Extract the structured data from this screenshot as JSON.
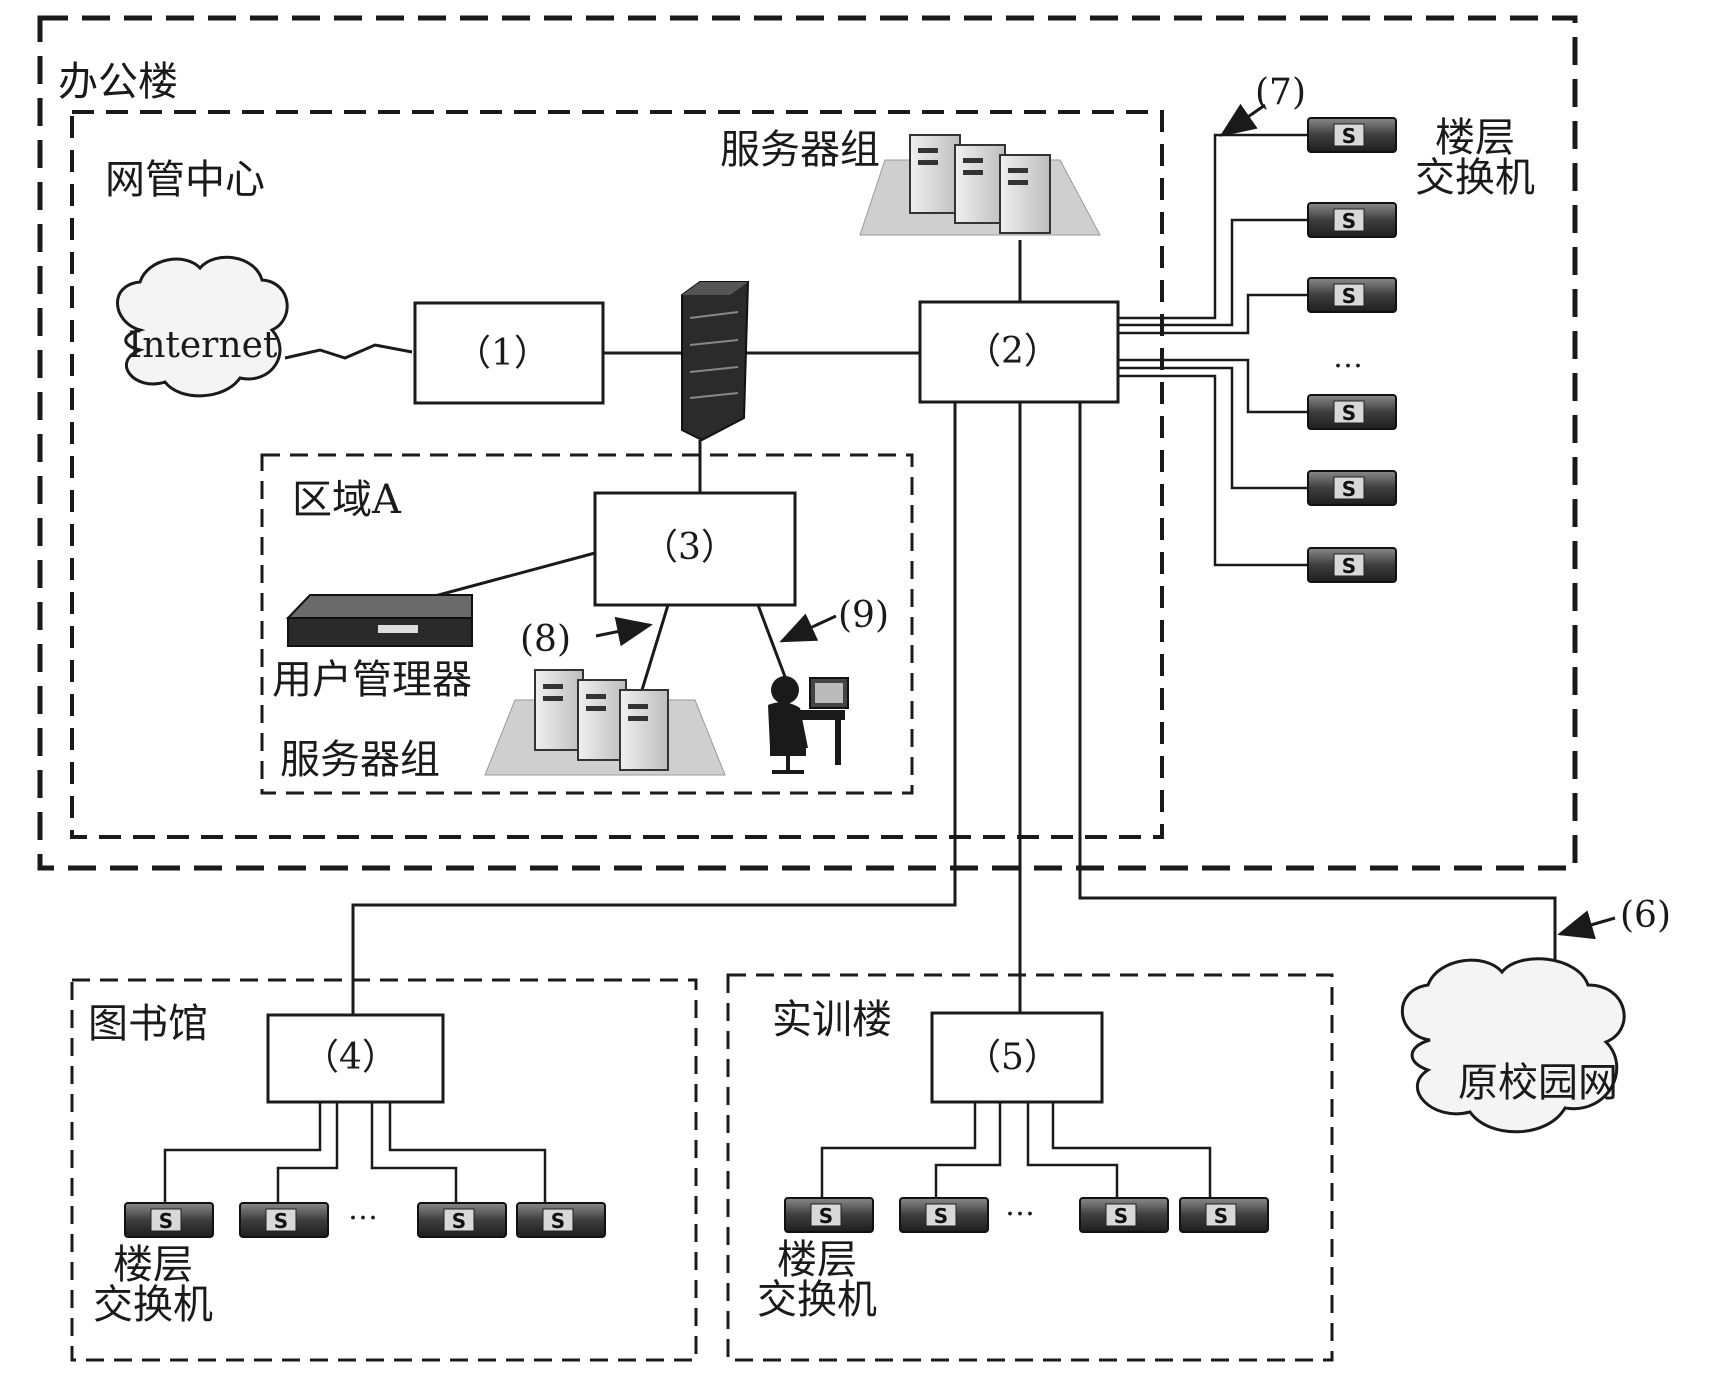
{
  "zones": {
    "office_building": "办公楼",
    "nmc": "网管中心",
    "area_a": "区域A",
    "library": "图书馆",
    "training_building": "实训楼"
  },
  "nodes": {
    "internet": "Internet",
    "campus_net": "原校园网",
    "box1": "（1）",
    "box2": "（2）",
    "box3": "（3）",
    "box4": "（4）",
    "box5": "（5）"
  },
  "labels": {
    "server_group_top": "服务器组",
    "server_group_a": "服务器组",
    "user_manager": "用户管理器",
    "floor_switch_right": "楼层\n交换机",
    "floor_switch_library": "楼层\n交换机",
    "floor_switch_training": "楼层\n交换机",
    "ellipsis": "…"
  },
  "annotations": {
    "n6": "(6)",
    "n7": "(7)",
    "n8": "(8)",
    "n9": "(9)"
  },
  "icons": {
    "switch_mark": "S"
  }
}
